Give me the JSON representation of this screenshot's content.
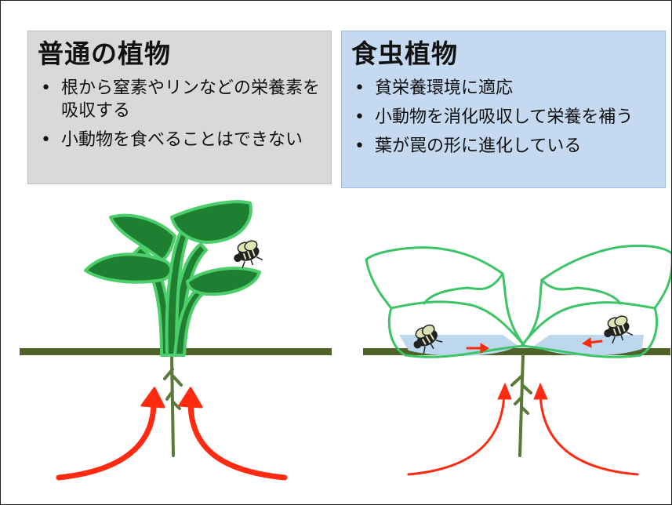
{
  "left_panel": {
    "title": "普通の植物",
    "bullets": [
      "根から窒素やリンなどの栄養素を吸収する",
      "小動物を食べることはできない"
    ]
  },
  "right_panel": {
    "title": "食虫植物",
    "bullets": [
      "貧栄養環境に適応",
      "小動物を消化吸収して栄養を補う",
      "葉が罠の形に進化している"
    ]
  },
  "colors": {
    "panel_left_bg": "#d9d9d9",
    "panel_right_bg": "#c5d9f1",
    "ground": "#4f6228",
    "leaf_fill": "#1e7f32",
    "leaf_outline": "#4ccf6b",
    "trap_outline": "#3cc466",
    "digestive_fluid": "#bcd7ee",
    "nutrient_arrow": "#ff2a10",
    "insect": "#222222",
    "insect_wing": "#dde3b4"
  },
  "icons": {
    "insect": "insect-icon",
    "nutrient_arrow": "nutrient-arrow"
  }
}
